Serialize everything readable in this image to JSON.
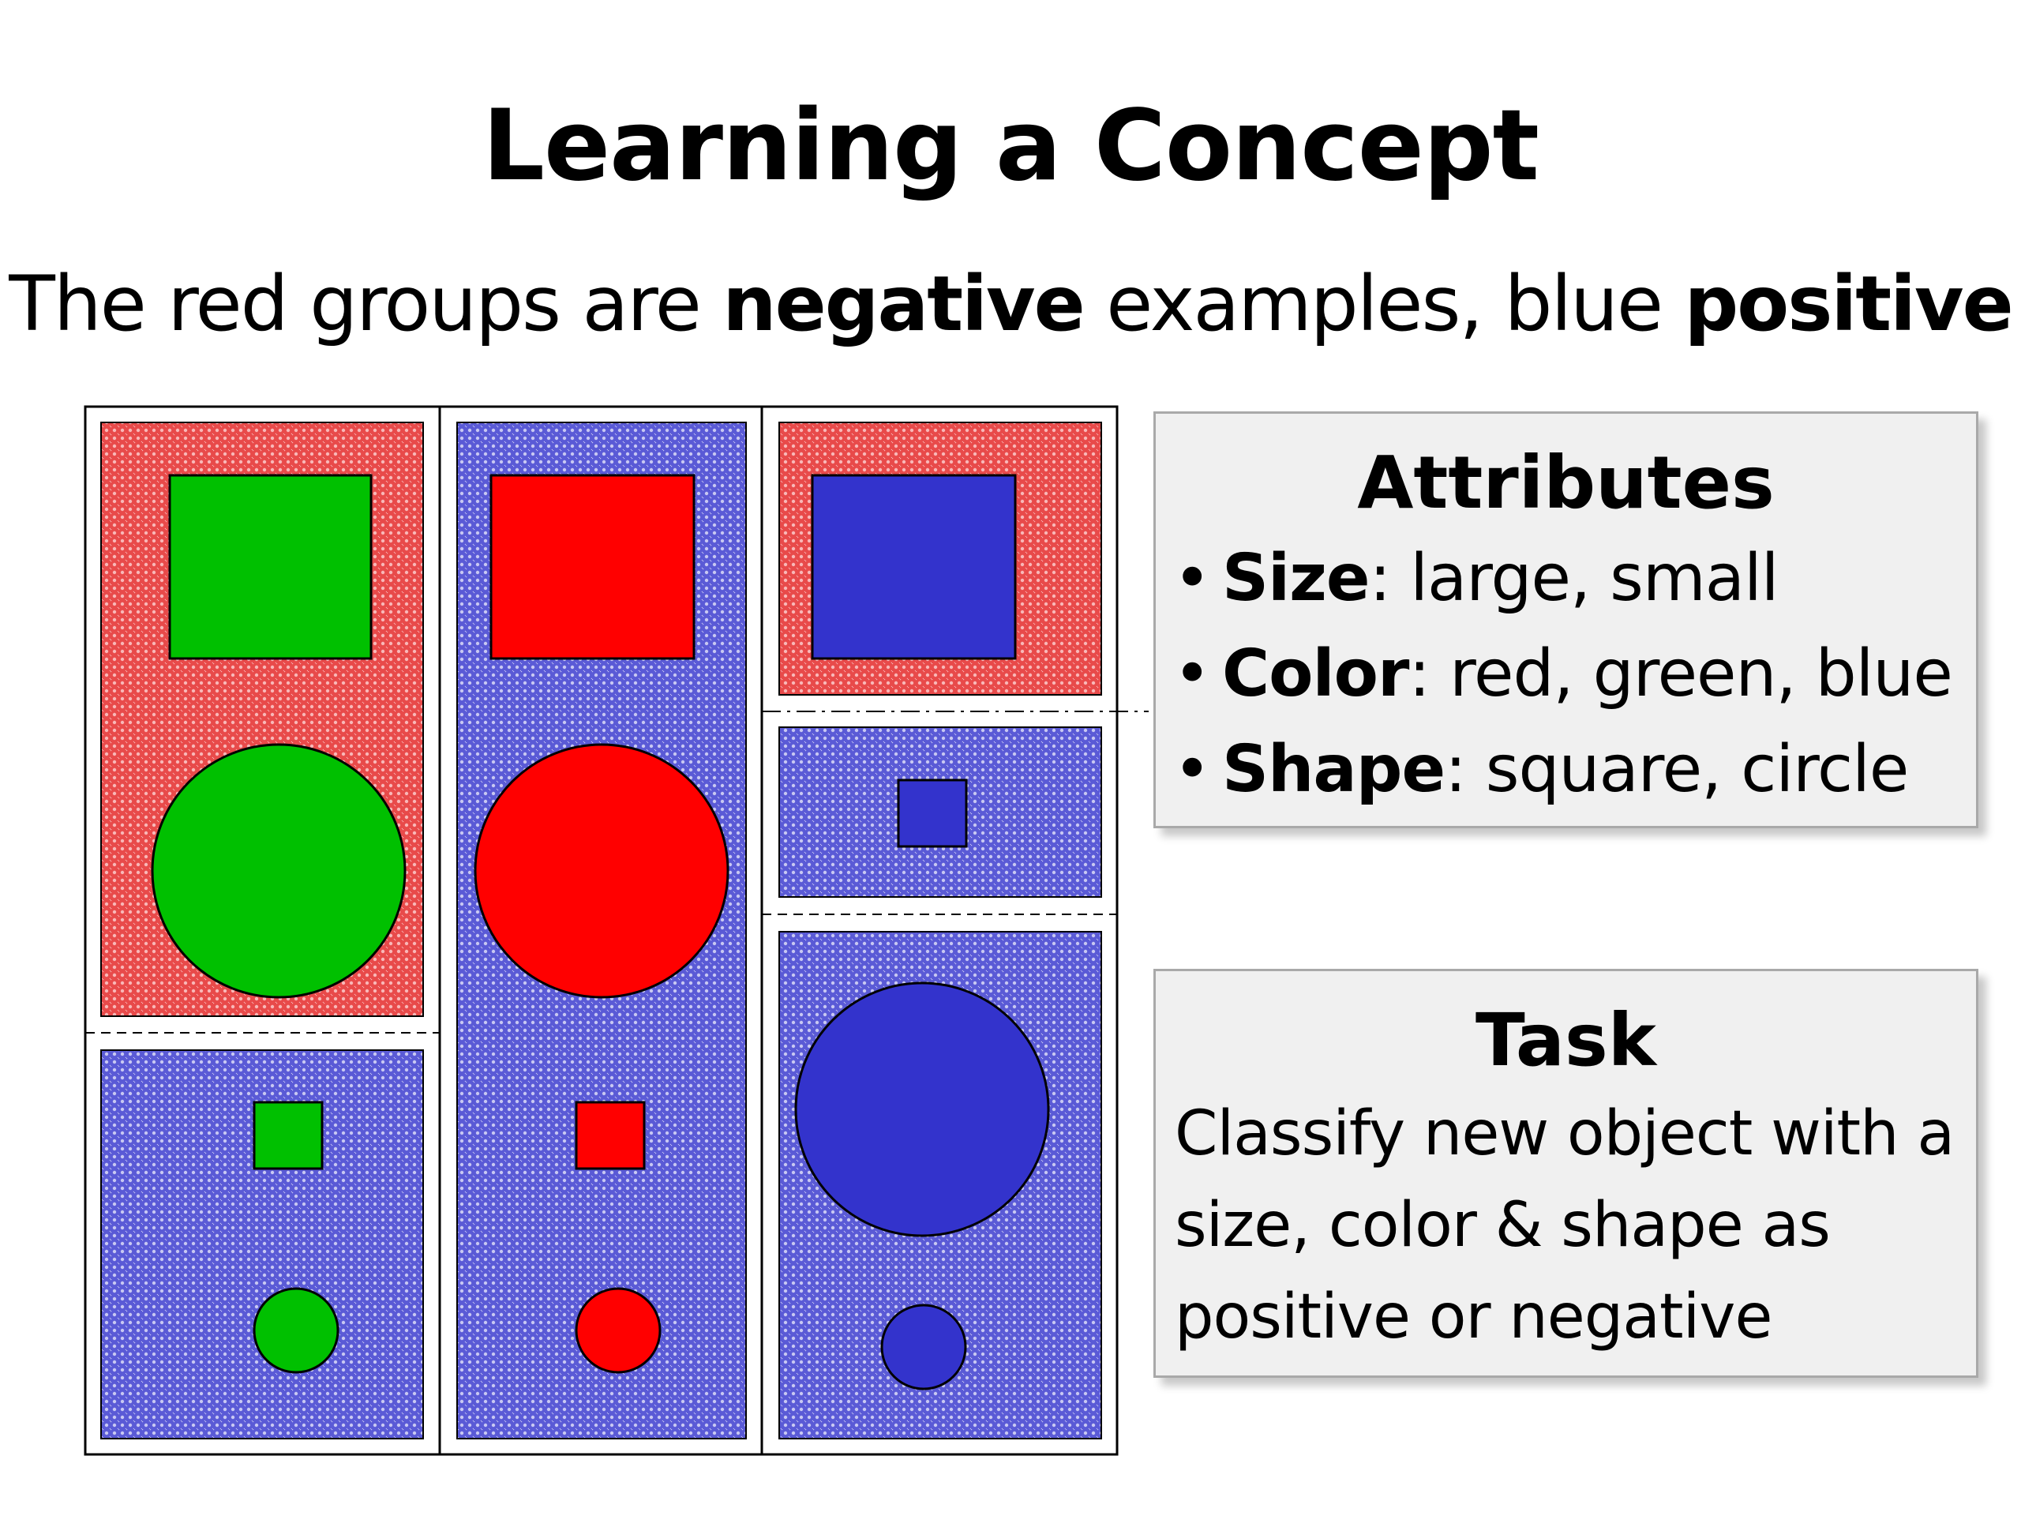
{
  "slide": {
    "title": "Learning a Concept",
    "subtitle": {
      "part1": "The red groups are ",
      "bold1": "negative",
      "part2": " examples, blue ",
      "bold2": "positive"
    }
  },
  "attributes_box": {
    "title": "Attributes",
    "items": [
      {
        "name": "Size",
        "values": ": large, small"
      },
      {
        "name": "Color",
        "values": ": red, green, blue"
      },
      {
        "name": "Shape",
        "values": ": square, circle"
      }
    ]
  },
  "task_box": {
    "title": "Task",
    "text": "Classify new object with a size, color & shape as positive or negative"
  },
  "colors": {
    "negative_group": "#f26d6d",
    "positive_group": "#7a7ae0",
    "shape_green": "#00c000",
    "shape_red": "#ff0000",
    "shape_blue": "#3333cc",
    "box_fill": "#f0f0f0"
  },
  "example_groups": [
    {
      "id": "col1-top",
      "label": "negative",
      "shapes": [
        "large green square",
        "large green circle"
      ]
    },
    {
      "id": "col1-bottom",
      "label": "positive",
      "shapes": [
        "small green square",
        "small green circle"
      ]
    },
    {
      "id": "col2",
      "label": "positive",
      "shapes": [
        "large red square",
        "large red circle",
        "small red square",
        "small red circle"
      ]
    },
    {
      "id": "col3-top",
      "label": "negative",
      "shapes": [
        "large blue square"
      ]
    },
    {
      "id": "col3-middle",
      "label": "positive",
      "shapes": [
        "small blue square"
      ]
    },
    {
      "id": "col3-bottom",
      "label": "positive",
      "shapes": [
        "large blue circle",
        "small blue circle"
      ]
    }
  ]
}
